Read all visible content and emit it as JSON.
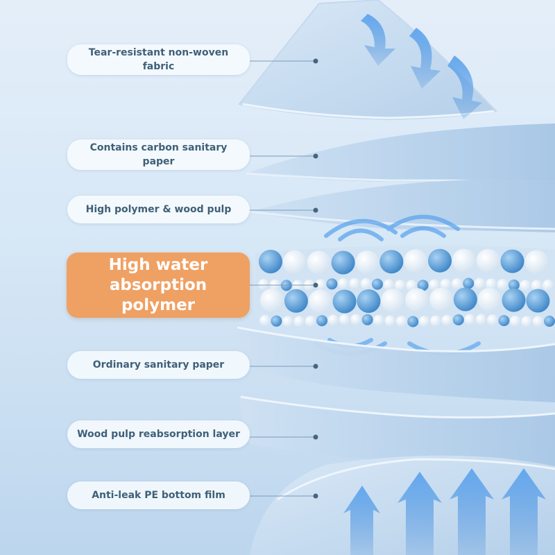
{
  "layers": [
    {
      "id": "label-1",
      "text": "Tear-resistant non-woven fabric"
    },
    {
      "id": "label-2",
      "text": "Contains carbon sanitary paper"
    },
    {
      "id": "label-3",
      "text": "High polymer & wood pulp"
    },
    {
      "id": "label-4",
      "text": "High water absorption polymer"
    },
    {
      "id": "label-5",
      "text": "Ordinary sanitary paper"
    },
    {
      "id": "label-6",
      "text": "Wood pulp reabsorption layer"
    },
    {
      "id": "label-7",
      "text": "Anti-leak PE bottom film"
    }
  ],
  "colors": {
    "highlight": "#efa063",
    "label_text": "#3f6077",
    "layer_fabric": "#bcd6ee",
    "bead_blue": "#5b9fd6",
    "bead_white": "#ffffff",
    "arrow": "#4f94e0"
  },
  "icons": {
    "leader_dot": "leader-dot-icon",
    "flow_arrow": "flow-arrow-icon",
    "wave": "absorption-wave-icon"
  }
}
